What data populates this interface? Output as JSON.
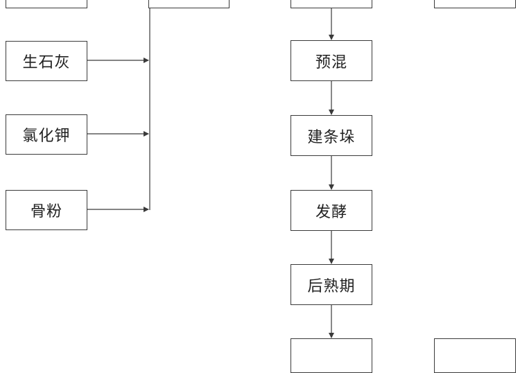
{
  "nodes": {
    "lime": "生石灰",
    "potassium_chloride": "氯化钾",
    "bone_meal": "骨粉",
    "premix": "预混",
    "build_pile": "建条垛",
    "ferment": "发酵",
    "post_maturation": "后熟期"
  },
  "colors": {
    "line": "#3a3a3a",
    "box_border": "#3a3a3a",
    "text": "#222222",
    "background": "#ffffff"
  }
}
